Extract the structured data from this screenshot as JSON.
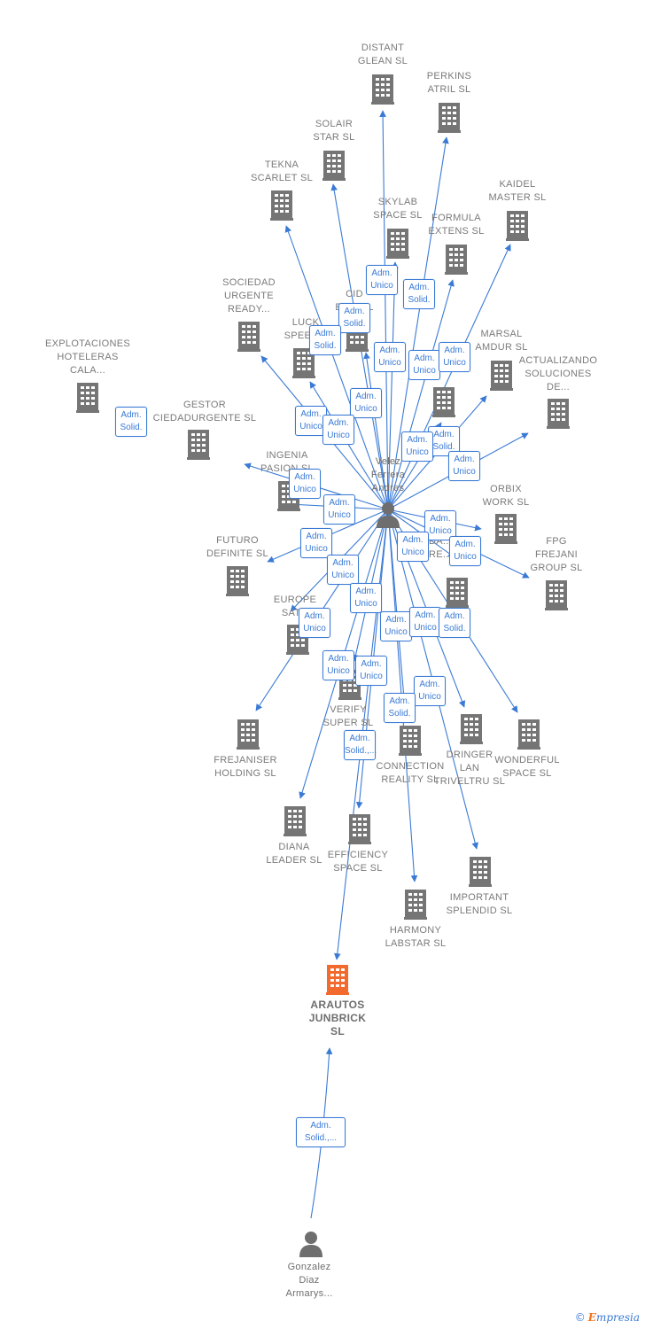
{
  "colors": {
    "edge": "#3a7ad5",
    "company_icon": "#757575",
    "main_company_icon": "#f26a2e",
    "person_icon": "#6e6e6e"
  },
  "main_company": {
    "name": [
      "ARAUTOS",
      "JUNBRICK",
      "SL"
    ],
    "icon": "building-icon"
  },
  "persons": [
    {
      "id": "velez",
      "name": [
        "Velez",
        "Ferrera",
        "Andres"
      ],
      "icon": "person-icon"
    },
    {
      "id": "gonzalez",
      "name": [
        "Gonzalez",
        "Diaz",
        "Armarys..."
      ],
      "icon": "person-icon"
    }
  ],
  "companies": [
    {
      "id": "distant",
      "name": [
        "DISTANT",
        "GLEAN  SL"
      ]
    },
    {
      "id": "perkins",
      "name": [
        "PERKINS",
        "ATRIL  SL"
      ]
    },
    {
      "id": "solair",
      "name": [
        "SOLAIR",
        "STAR  SL"
      ]
    },
    {
      "id": "tekna",
      "name": [
        "TEKNA",
        "SCARLET  SL"
      ]
    },
    {
      "id": "skylab",
      "name": [
        "SKYLAB",
        "SPACE  SL"
      ]
    },
    {
      "id": "kaidel",
      "name": [
        "KAIDEL",
        "MASTER  SL"
      ]
    },
    {
      "id": "formula",
      "name": [
        "FORMULA",
        "EXTENS  SL"
      ]
    },
    {
      "id": "sociedad",
      "name": [
        "SOCIEDAD",
        "URGENTE",
        "READY..."
      ]
    },
    {
      "id": "cid",
      "name": [
        "CID",
        "EU...  SL"
      ]
    },
    {
      "id": "luck",
      "name": [
        "LUCK",
        "SPEED..."
      ]
    },
    {
      "id": "explotaciones",
      "name": [
        "EXPLOTACIONES",
        "HOTELERAS",
        "CALA..."
      ]
    },
    {
      "id": "marsal",
      "name": [
        "MARSAL",
        "AMDUR  SL"
      ]
    },
    {
      "id": "actualizando",
      "name": [
        "ACTUALIZANDO",
        "SOLUCIONES",
        "DE..."
      ]
    },
    {
      "id": "m_sl",
      "name": [
        "M...",
        "SL"
      ]
    },
    {
      "id": "gestor",
      "name": [
        "GESTOR",
        "CIEDADURGENTE SL"
      ]
    },
    {
      "id": "ingenia",
      "name": [
        "INGENIA",
        "PASION  SL"
      ]
    },
    {
      "id": "orbix",
      "name": [
        "ORBIX",
        "WORK  SL"
      ]
    },
    {
      "id": "futuro",
      "name": [
        "FUTURO",
        "DEFINITE  SL"
      ]
    },
    {
      "id": "fpg",
      "name": [
        "FPG",
        "FREJANI",
        "GROUP  SL"
      ]
    },
    {
      "id": "da_re",
      "name": [
        "DA...",
        "RE..."
      ]
    },
    {
      "id": "europe",
      "name": [
        "EUROPE",
        "SAT..."
      ]
    },
    {
      "id": "frejaniser",
      "name": [
        "FREJANISER",
        "HOLDING  SL"
      ]
    },
    {
      "id": "verify",
      "name": [
        "VERIFY",
        "SUPER  SL"
      ]
    },
    {
      "id": "connection",
      "name": [
        "CONNECTION",
        "REALITY  SL"
      ]
    },
    {
      "id": "dringer",
      "name": [
        "DRINGER",
        "LAN",
        "TRIVELTRU SL"
      ]
    },
    {
      "id": "wonderful",
      "name": [
        "WONDERFUL",
        "SPACE  SL"
      ]
    },
    {
      "id": "diana",
      "name": [
        "DIANA",
        "LEADER  SL"
      ]
    },
    {
      "id": "efficiency",
      "name": [
        "EFFICIENCY",
        "SPACE  SL"
      ]
    },
    {
      "id": "important",
      "name": [
        "IMPORTANT",
        "SPLENDID  SL"
      ]
    },
    {
      "id": "harmony",
      "name": [
        "HARMONY",
        "LABSTAR  SL"
      ]
    }
  ],
  "badges": [
    {
      "text": [
        "Adm.",
        "Unico"
      ]
    },
    {
      "text": [
        "Adm.",
        "Solid."
      ]
    },
    {
      "text": [
        "Adm.",
        "Solid."
      ]
    },
    {
      "text": [
        "Adm.",
        "Solid."
      ]
    },
    {
      "text": [
        "Adm.",
        "Unico"
      ]
    },
    {
      "text": [
        "Adm.",
        "Unico"
      ]
    },
    {
      "text": [
        "Adm.",
        "Unico"
      ]
    },
    {
      "text": [
        "Adm.",
        "Unico"
      ]
    },
    {
      "text": [
        "Adm.",
        "Solid."
      ]
    },
    {
      "text": [
        "Adm.",
        "Unico"
      ]
    },
    {
      "text": [
        "Adm.",
        "Unico"
      ]
    },
    {
      "text": [
        "Adm.",
        "Unico"
      ]
    },
    {
      "text": [
        "Adm.",
        "Solid."
      ]
    },
    {
      "text": [
        "Adm.",
        "Unico"
      ]
    },
    {
      "text": [
        "Adm.",
        "Unico"
      ]
    },
    {
      "text": [
        "Adm.",
        "Unico"
      ]
    },
    {
      "text": [
        "Adm.",
        "Unico"
      ]
    },
    {
      "text": [
        "Adm.",
        "Unico"
      ]
    },
    {
      "text": [
        "Adm.",
        "Unico"
      ]
    },
    {
      "text": [
        "Adm.",
        "Unico"
      ]
    },
    {
      "text": [
        "Adm.",
        "Unico"
      ]
    },
    {
      "text": [
        "Adm.",
        "Unico"
      ]
    },
    {
      "text": [
        "Adm.",
        "Unico"
      ]
    },
    {
      "text": [
        "Adm.",
        "Unico"
      ]
    },
    {
      "text": [
        "Adm.",
        "Solid."
      ]
    },
    {
      "text": [
        "Adm.",
        "Unico"
      ]
    },
    {
      "text": [
        "Adm.",
        "Unico"
      ]
    },
    {
      "text": [
        "Adm.",
        "Unico"
      ]
    },
    {
      "text": [
        "Adm.",
        "Unico"
      ]
    },
    {
      "text": [
        "Adm.",
        "Solid."
      ]
    },
    {
      "text": [
        "Adm.",
        "Solid.,..."
      ]
    }
  ],
  "brand": {
    "copyright": "©",
    "initial": "E",
    "rest": "mpresia"
  }
}
